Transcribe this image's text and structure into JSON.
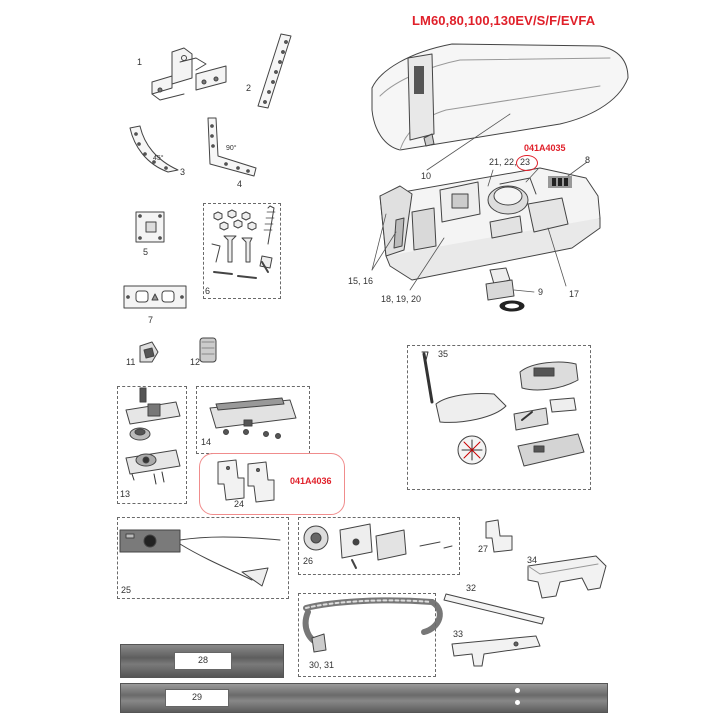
{
  "title": "LM60,80,100,130EV/S/F/EVFA",
  "refs": {
    "r1": "041A4035",
    "r2": "041A4036"
  },
  "labels": {
    "p1": "1",
    "p2": "2",
    "p3": "3",
    "p3a": "45°",
    "p4": "4",
    "p4a": "90°",
    "p5": "5",
    "p6": "6",
    "p7": "7",
    "p8": "8",
    "p9": "9",
    "p10": "10",
    "p11": "11",
    "p12": "12",
    "p13": "13",
    "p14": "14",
    "p15": "15,  16",
    "p17": "17",
    "p18": "18, 19, 20",
    "p21": "21, 22,",
    "p23": "23",
    "p24": "24",
    "p25": "25",
    "p26": "26",
    "p27": "27",
    "p28": "28",
    "p29": "29",
    "p30": "30, 31",
    "p32": "32",
    "p33": "33",
    "p34": "34",
    "p35": "35"
  },
  "colors": {
    "accent": "#e0202a",
    "line": "#444444",
    "rail_dark": "#6d6d6d"
  }
}
